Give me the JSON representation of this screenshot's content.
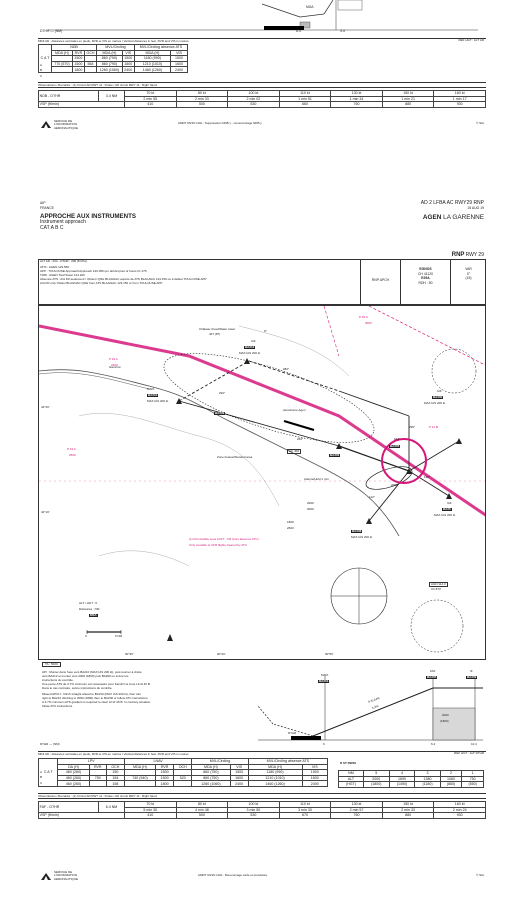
{
  "top_sheet": {
    "profile_labels": [
      "MDA",
      "4.4",
      "3.4"
    ],
    "distance_label": "DTHR — (NM)",
    "distance_values": [
      "6.4",
      "3.4"
    ],
    "heights_note": "MINI AD : distances verticales en pieds, RVR et VIS en mètres / Vertical distances in feet, RVR and VIS in metres",
    "ref_note": "REF HGT : ALT AD",
    "minima_headers": [
      "C A T",
      "NDB",
      "MVL/Circling",
      "MVL/Circling absence ATS"
    ],
    "minima_sub": [
      "MDA (H)",
      "RVR",
      "OCH",
      "MDA (H)",
      "VIS",
      "MDA (H)",
      "VIS"
    ],
    "minima_rows": [
      {
        "cat": "A",
        "mda": "",
        "rvr": "1500",
        "och": "",
        "mvl": "860 (790)",
        "vis": "1500",
        "mvl2": "1180 (990)",
        "vis2": "1500"
      },
      {
        "cat": "B",
        "mda": "770 (570)",
        "rvr": "1500",
        "och": "564",
        "mvl": "860 (790)",
        "vis": "1600",
        "mvl2": "1210 (1010)",
        "vis2": "1600"
      },
      {
        "cat": "C",
        "mda": "",
        "rvr": "1800",
        "och": "",
        "mvl": "1260 (1060)",
        "vis": "2400",
        "mvl2": "1460 (1260)",
        "vis2": "2400"
      }
    ],
    "remarks": "Observations / Remarks : (1) Circuit AD RWY 11 : Droite / AD circuit RWY 11 : Right hand.",
    "speed_row": {
      "label": "NDB - DTHR",
      "dist": "3.4 NM",
      "kt": [
        "70 kt",
        "80 kt",
        "100 kt",
        "110 kt",
        "130 kt",
        "150 kt",
        "160 kt"
      ],
      "time": [
        "2 min 55",
        "2 min 33",
        "2 min 02",
        "1 min 51",
        "1 min 34",
        "1 min 21",
        "1 min 17"
      ]
    },
    "vsp_row": {
      "label": "VSP (ft/min)",
      "values": [
        "410",
        "500",
        "530",
        "660",
        "760",
        "880",
        "930"
      ]
    },
    "footer_org": "SERVICE DE L'INFORMATION AERONAUTIQUE",
    "footer_amdt": "AMDT 05/15 CHG : Suppression NDB y - renumérotage NDB y",
    "footer_code": "© SIA"
  },
  "sheet": {
    "country": "AIP",
    "country2": "FRANCE",
    "ref_code": "AD 2 LFBA  AC RWY29 RNP",
    "date": "15 AUG 19",
    "title": "APPROCHE AUX INSTRUMENTS",
    "subtitle": "Instrument approach",
    "cat": "CAT A B C",
    "aerodrome": "AGEN",
    "aerodrome_name": "LA GARENNE",
    "approach": "RNP",
    "rwy": "RWY 29",
    "alt_line": "ALT AD : 204 - DTHR : 200 (8 hPa)",
    "comm_lines": [
      "ATIS : AGEN 129.565",
      "APP : TOULOUSE Approach/Approach 120.050 (en dehors)/out of hours FL 075",
      "TWR : AGEN Tour/Tower 121.200",
      "Absence ATS : A/A FR seulement / Obtenir QNH BLAGNAC auprès de ATS BLAGNAC 123.150 ou à défaut TOULOUSE APP",
      "A/A FR only Obtain BLAGNAC QNH from ATS BLAGNAC 123.150 or from TOULOUSE APP"
    ],
    "rnp_apch": "RNP APCH",
    "egnos": "EGNOS",
    "egnos_ch": "CH 41120",
    "egnos_id": "E29A",
    "rdh": "RDH : 50",
    "var": "VAR",
    "var_val": "0°",
    "var_year": "(15)",
    "map": {
      "tower_label": "Château d'eau/Water tower",
      "tower_alt": "407 (87)",
      "river": "Garonne",
      "wpts": [
        {
          "name": "BA212",
          "sub": "IAF",
          "alt": "MAX IAS 200 kt"
        },
        {
          "name": "BA210",
          "sub": "MAPt",
          "alt": "MAX IAS 200 kt"
        },
        {
          "name": "BA209",
          "sub": "",
          "alt": ""
        },
        {
          "name": "BA202",
          "sub": "",
          "alt": ""
        },
        {
          "name": "BA208",
          "sub": "",
          "alt": "MAX IAS 200 kt"
        },
        {
          "name": "BA205",
          "sub": "FAF",
          "alt": "2000"
        },
        {
          "name": "BA200",
          "sub": "IAF",
          "alt": "MAX IAS 200 kt"
        },
        {
          "name": "BA20",
          "sub": "IAF",
          "alt": "MAX IAS 200 kt"
        }
      ],
      "ac_label": "AC 400",
      "zone_label": "Zone boisée/Wooded area",
      "aer_label": "Aérodrome Agen",
      "tracks": [
        "292°",
        "112°",
        "262°",
        "082°",
        "110°",
        "290°",
        "9°"
      ],
      "holding": "Attente/Hold 1 min",
      "holding_alt": [
        "2000",
        "3000"
      ],
      "atc_note1": "(1) Permissible sous ACFT - FR (hors absence ATC)",
      "atc_note2": "Only possible to VFR flights cleared by ATC",
      "nav_fix": "AGN 114.0",
      "nav_fix_sub": "Ch 87X",
      "vor_alt": "ALT / HGT : ft",
      "vor_alt2": "Distances : NM",
      "msa_label": "MSA",
      "r_ba": [
        "P 46 A",
        "P 24 A",
        "P 23 A",
        "P 21 B"
      ],
      "alt_labels": [
        "3000",
        "2500",
        "2400",
        "1800",
        "2600"
      ],
      "scale": [
        "0",
        "5 NM"
      ],
      "coord_marks": [
        "00°30'",
        "00°40'",
        "00°50'",
        "44°10'",
        "44°20'"
      ]
    },
    "ta": "TA : 5000",
    "procedure_text": [
      "API : Monter dans l'axe vers BA210 (MAX IAS 200 kt), puis tourner à droite",
      "vers BA212 et monter vers 2000 (1800) puis BA200 ou suivre les",
      "instructions du contrôle.",
      "Une pente ATS de 3.7% minimum est nécessaire pour franchir la zone LF-R 46 B.",
      "Dans le cas contraire, suivre instructions du contrôle.",
      "Missed APCH : Climb straight ahead to BA210 (MAX IAS 200 kt), then turn",
      "right to BA212 climbing to 2000 (1800) then to BA200 or follow ATC instructions.",
      "A 3.7% minimum ATS gradient is required to clear LF-R 46 B. In contrary situation",
      "follow ATC instructions."
    ],
    "profile": {
      "faf": "FAF",
      "faf_name": "BA205",
      "if": "IF",
      "if_name": "BA209",
      "mapt": "MAPt",
      "mapt_name": "BA210",
      "glide": "3°/5.24%",
      "glide2": "5.2%",
      "alt_box": "2000",
      "alt_box2": "(1800)",
      "dthr": "DTHR",
      "dist_label": "DTHR — (NM)",
      "dist_vals": [
        "0",
        "6.4",
        "10.4"
      ]
    },
    "minima_note": "MINI AD : distances verticales en pieds, RVR et VIS en mètres / Vertical distances in feet, RVR and VIS in metres",
    "ref_hgt": "REF HGT : ALT DTHR",
    "minima_headers": [
      "C A T",
      "LPV",
      "LNAV",
      "MVL/Circling",
      "MVL/Circling absence ATS"
    ],
    "minima_sub": [
      "DA (H)",
      "RVR",
      "OCH",
      "MDA (H)",
      "RVR",
      "OCH",
      "MDA (H)",
      "VIS",
      "MDA (H)",
      "VIS"
    ],
    "minima_rows": [
      {
        "cat": "A",
        "da": "460 (260)",
        "rvr": "",
        "och": "150",
        "mda": "",
        "rvr2": "1500",
        "och2": "",
        "mvl": "860 (750)",
        "vis": "1500",
        "mvl2": "1180 (990)",
        "vis2": "1500"
      },
      {
        "cat": "B",
        "da": "460 (260)",
        "rvr": "750",
        "och": "154",
        "mda": "740 (540)",
        "rvr2": "1500",
        "och2": "520",
        "mvl": "860 (750)",
        "vis": "1600",
        "mvl2": "1210 (1010)",
        "vis2": "1600"
      },
      {
        "cat": "C",
        "da": "460 (260)",
        "rvr": "",
        "och": "158",
        "mda": "",
        "rvr2": "1800",
        "och2": "",
        "mvl": "1260 (1060)",
        "vis": "2400",
        "mvl2": "1460 (1260)",
        "vis2": "2400"
      }
    ],
    "dist_table_title": "D ST RW29",
    "dist_table_cols": [
      "NM",
      "5",
      "4",
      "3",
      "2",
      "1"
    ],
    "dist_table_rows": [
      {
        "label": "ALT",
        "values": [
          "2000",
          "1690",
          "1380",
          "1060",
          "750"
        ]
      },
      {
        "label": "(HGT)",
        "values": [
          "(1800)",
          "(1490)",
          "(1180)",
          "(860)",
          "(550)"
        ]
      }
    ],
    "remarks": "Observations / Remarks : (1) Circuit AD RWY 11 : Droite / AD circuit RWY 11 : Right hand.",
    "speed_row": {
      "label": "FAF - DTHR",
      "dist": "6.4 NM",
      "kt": [
        "70 kt",
        "80 kt",
        "100 kt",
        "110 kt",
        "130 kt",
        "150 kt",
        "160 kt"
      ],
      "time": [
        "5 min 30",
        "4 min 48",
        "3 min 50",
        "3 min 30",
        "2 min 57",
        "2 min 33",
        "2 min 24"
      ]
    },
    "vsp_row": {
      "label": "VSP (ft/min)",
      "values": [
        "410",
        "500",
        "530",
        "670",
        "760",
        "880",
        "930"
      ]
    },
    "footer_org": "SERVICE DE L'INFORMATION AERONAUTIQUE",
    "footer_amdt": "AMDT 03/19 CHG : Renommage carte et procédure.",
    "footer_code": "© SIA"
  },
  "colors": {
    "magenta": "#d6187a",
    "ink": "#222222",
    "grey": "#9a9a9a"
  }
}
